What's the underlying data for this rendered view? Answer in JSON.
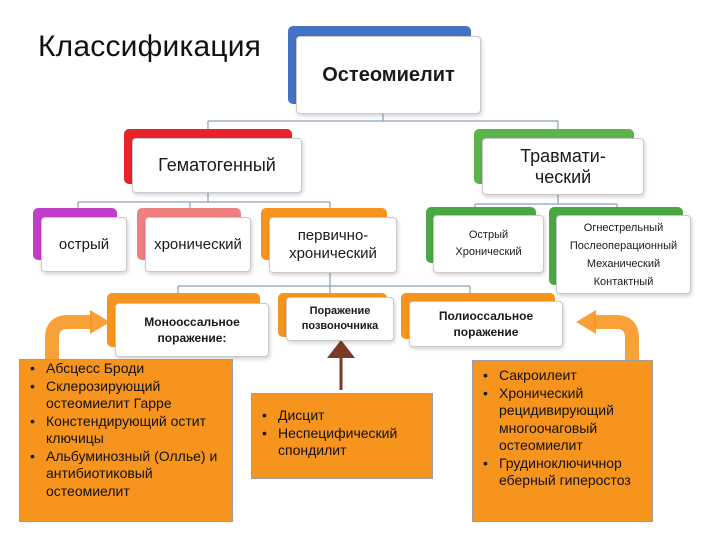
{
  "title": "Классификация",
  "colors": {
    "root": "#4472c4",
    "hematogenic": "#e8232a",
    "traumatic": "#5cb54a",
    "acute": "#c23dc9",
    "chronic": "#f07f7f",
    "primary_chronic": "#f7941d",
    "trauma_child": "#4aa843",
    "lesion": "#f7941d",
    "panel": "#f7941d",
    "connector": "#8aa0b8",
    "arrow_brown": "#7b3b22"
  },
  "nodes": {
    "root": "Остеомиелит",
    "hematogenic": "Гематогенный",
    "traumatic": "Травмати-\nческий",
    "acute": "острый",
    "chronic": "хронический",
    "primary_chronic": "первично-\nхронический",
    "trauma_acute_chronic": "Острый\nХронический",
    "trauma_types": "Огнестрельный\nПослеоперационный\nМеханический\nКонтактный",
    "mono": "Монооссальное\nпоражение:",
    "spine": "Поражение\nпозвоночника",
    "poly": "Полиоссальное\nпоражение"
  },
  "lists": {
    "left": [
      "Абсцесс Броди",
      "Склерозирующий остеомиелит Гарре",
      "Констендирующий остит ключицы",
      "Альбуминозный (Оллье) и антибиотиковый остеомиелит"
    ],
    "middle": [
      "Дисцит",
      "Неспецифический спондилит"
    ],
    "right": [
      "Сакроилеит",
      "Хронический рецидивирующий многоочаговый остеомиелит",
      "Грудиноключичнор еберный гиперостоз"
    ]
  }
}
